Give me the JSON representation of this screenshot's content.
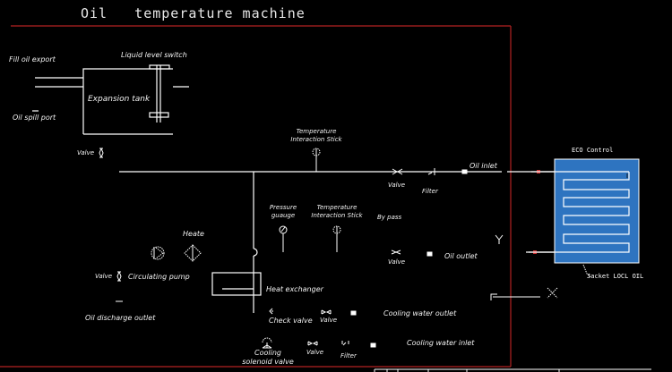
{
  "title": "Oil   temperature machine",
  "colors": {
    "background": "#000000",
    "frame": "#b22222",
    "mold": "#2e74c0",
    "line": "#ffffff"
  },
  "expansion_tank": {
    "label": "Expansion tank",
    "fill_oil_export": "Fill oil export",
    "oil_spill_port": "Oil spill port",
    "liquid_level_switch": "Liquid level switch"
  },
  "left_valve_top": "Valve",
  "left_valve_bottom": "Valve",
  "circulating_pump": "Circulating pump",
  "heater": "Heate",
  "oil_discharge_outlet": "Oil discharge outlet",
  "heat_exchanger": "Heat exchanger",
  "temp_stick_top": [
    "Temperature",
    "Interaction Stick"
  ],
  "pressure_gauge": [
    "Pressure",
    "guauge"
  ],
  "temp_stick_mid": [
    "Temperature",
    "Interaction Stick"
  ],
  "by_pass": "By pass",
  "inlet_valve": "Valve",
  "inlet_filter": "Filter",
  "oil_inlet": "Oil inlet",
  "outlet_valve": "Valve",
  "oil_outlet": "Oil outlet",
  "mold": {
    "title": "ECO  Control",
    "jacket_label": "Jacket LOCL OIL"
  },
  "check_valve": "Check valve",
  "cw_outlet_valve": "Valve",
  "cooling_water_outlet": "Cooling water outlet",
  "cooling_solenoid_valve": [
    "Cooling",
    "solenoid valve"
  ],
  "cw_inlet_valve": "Valve",
  "cw_inlet_filter": "Filter",
  "cooling_water_inlet": "Cooling water inlet"
}
